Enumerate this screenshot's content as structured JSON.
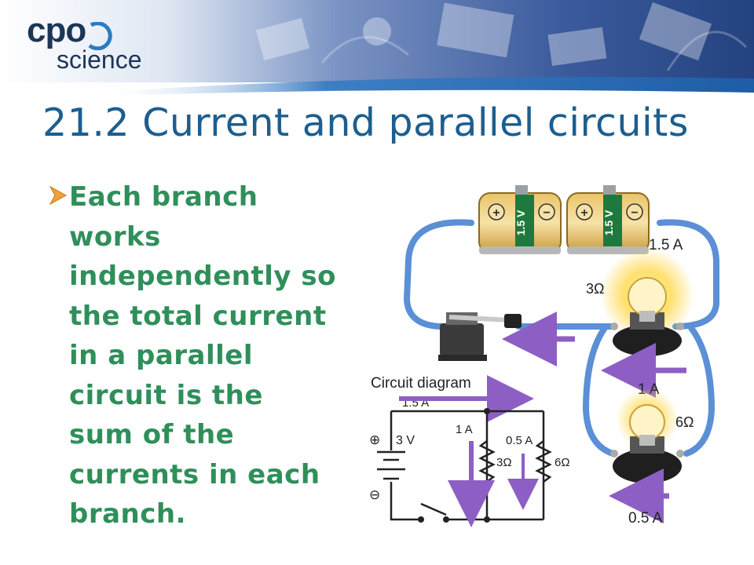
{
  "logo": {
    "brand": "cpo",
    "sub": "science"
  },
  "slide": {
    "title": "21.2 Current and parallel circuits",
    "bullet": "Each branch works independently so the total current in a parallel circuit is the sum of the currents in each branch."
  },
  "figure": {
    "batteries": [
      {
        "voltage": "1.5 V",
        "plus": "+",
        "minus": "−"
      },
      {
        "voltage": "1.5 V",
        "plus": "+",
        "minus": "−"
      }
    ],
    "total_current": "1.5 A",
    "bulb_top_resistance": "3Ω",
    "bulb_bottom_resistance": "6Ω",
    "branch_current_top": "1 A",
    "branch_current_bottom": "0.5 A",
    "diagram": {
      "heading": "Circuit diagram",
      "total_current": "1.5 A",
      "source_voltage": "3 V",
      "plus": "⊕",
      "minus": "⊖",
      "branch1_current": "1 A",
      "branch1_resistance": "3Ω",
      "branch2_current": "0.5 A",
      "branch2_resistance": "6Ω"
    },
    "colors": {
      "wire": "#5b8fd6",
      "arrow": "#8d5fc4",
      "battery_label": "#1e7a3c",
      "bulb_glow": "#ffd84a"
    }
  }
}
